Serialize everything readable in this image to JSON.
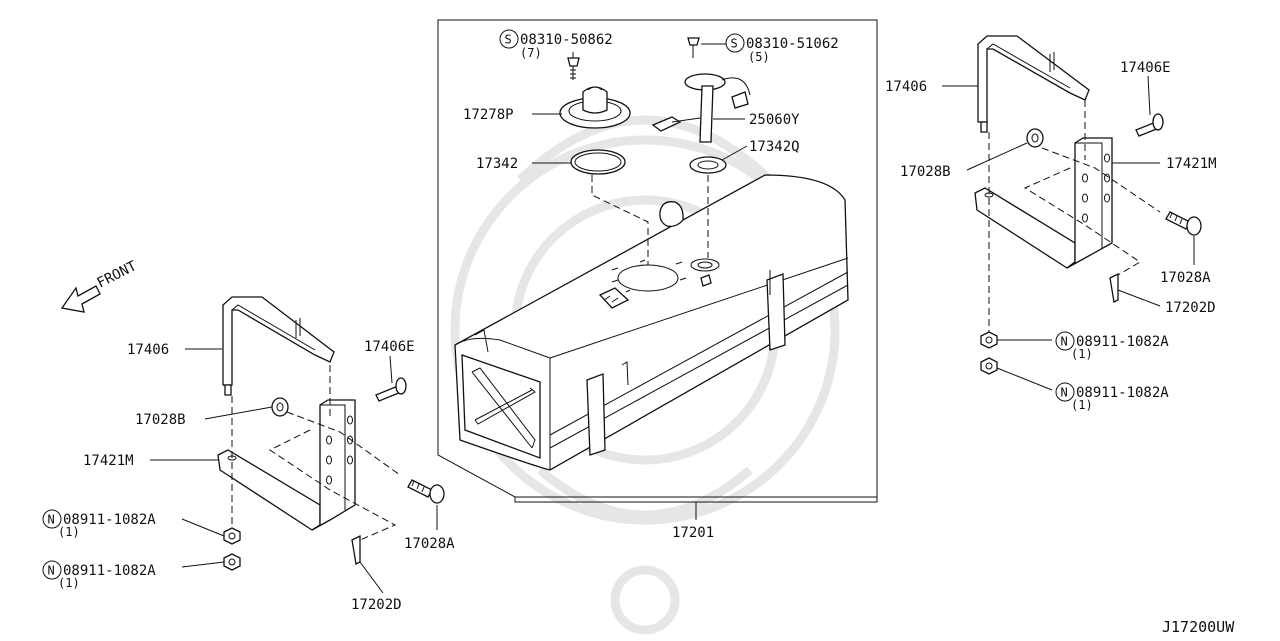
{
  "diagram": {
    "front_label": "FRONT",
    "diagram_code": "J17200UW",
    "tank_label": "17201",
    "callouts": {
      "sender_screw": "08310-50862",
      "sender_screw_qty": "(7)",
      "gauge_screw": "08310-51062",
      "gauge_screw_qty": "(5)",
      "sender_unit": "17278P",
      "gasket_left": "17342",
      "gauge_unit": "25060Y",
      "gasket_right": "17342Q",
      "left_band": "17406",
      "left_bolt": "17406E",
      "left_washer": "17028B",
      "left_bracket": "17421M",
      "left_nut_1": "08911-1082A",
      "left_nut_1_qty": "(1)",
      "left_nut_2": "08911-1082A",
      "left_nut_2_qty": "(1)",
      "left_bolt_b": "17028A",
      "left_clip": "17202D",
      "right_band": "17406",
      "right_bolt": "17406E",
      "right_washer": "17028B",
      "right_bracket": "17421M",
      "right_bolt_b": "17028A",
      "right_clip": "17202D",
      "right_nut_1": "08911-1082A",
      "right_nut_1_qty": "(1)",
      "right_nut_2": "08911-1082A",
      "right_nut_2_qty": "(1)"
    },
    "symbols": {
      "screw": "S",
      "nut": "N"
    }
  }
}
